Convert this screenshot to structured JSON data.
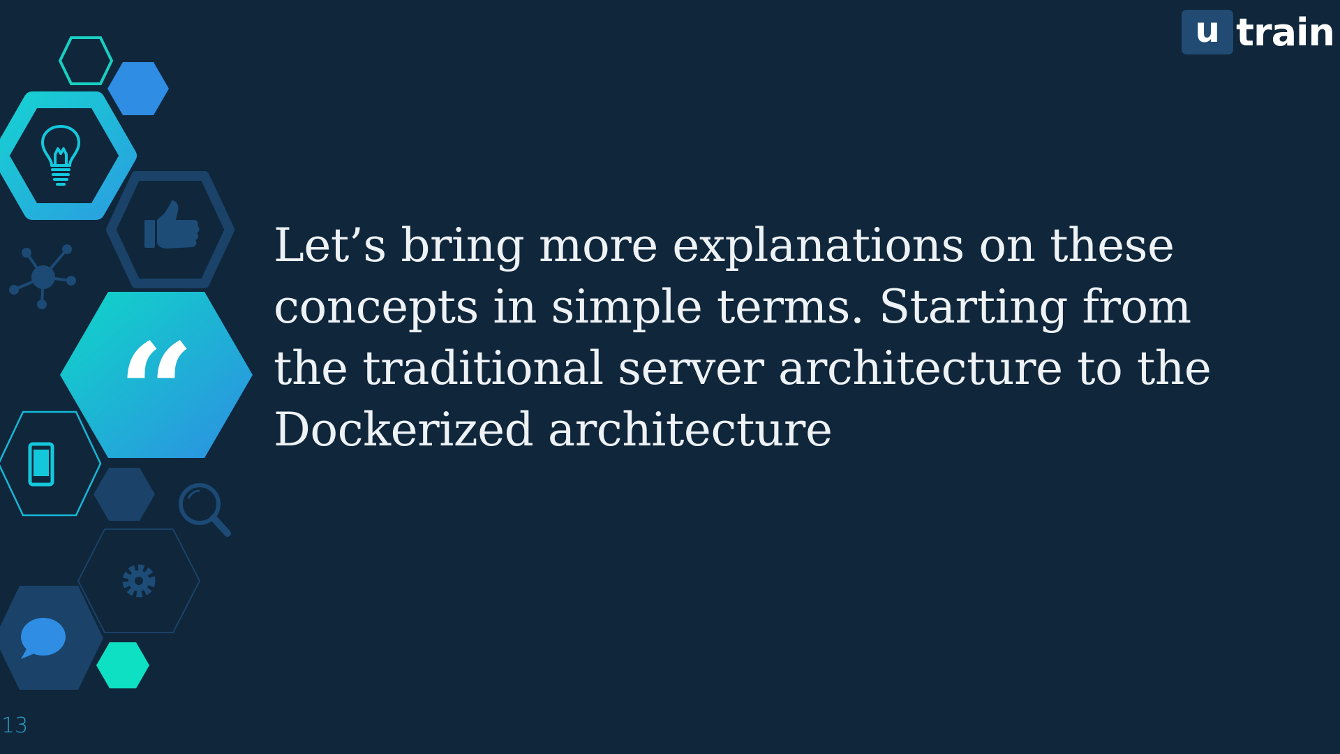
{
  "slide": {
    "body_text": "Let’s bring more explanations on these concepts in simple terms. Starting from the traditional server architecture to the Dockerized architecture",
    "page_number": "13",
    "quote_mark": "“"
  },
  "logo": {
    "letter": "u",
    "word": "train"
  },
  "icons": [
    "lightbulb-icon",
    "thumbs-up-icon",
    "network-icon",
    "quote-icon",
    "smartphone-icon",
    "search-icon",
    "gear-icon",
    "chat-bubble-icon"
  ],
  "colors": {
    "background": "#0f263b",
    "teal": "#12d6cc",
    "cyan": "#14c8dc",
    "blue": "#2f8de4",
    "navy_hex": "#1b4269",
    "text": "#eef2f5",
    "page_number": "#2ea3c8"
  }
}
